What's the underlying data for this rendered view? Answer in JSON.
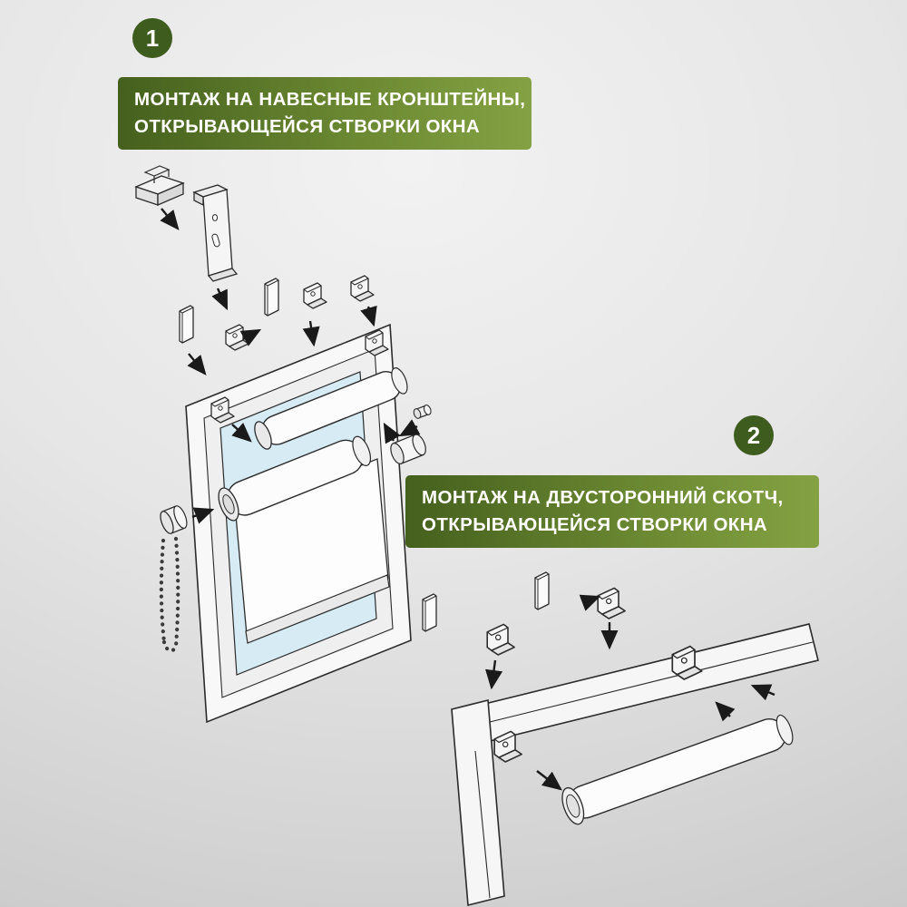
{
  "steps": [
    {
      "number": "1",
      "title_line1": "МОНТАЖ НА НАВЕСНЫЕ КРОНШТЕЙНЫ,",
      "title_line2": "ОТКРЫВАЮЩЕЙСЯ СТВОРКИ ОКНА",
      "diagram_parts": [
        "mounting-plate",
        "clamp-bracket",
        "bracket",
        "double-sided-tape-strip",
        "window-frame",
        "glass-pane",
        "roller-tube",
        "fabric-panel",
        "chain-clutch",
        "bead-chain",
        "end-adapter",
        "assembly-arrows"
      ]
    },
    {
      "number": "2",
      "title_line1": "МОНТАЖ НА ДВУСТОРОННИЙ СКОТЧ,",
      "title_line2": "ОТКРЫВАЮЩЕЙСЯ СТВОРКИ ОКНА",
      "diagram_parts": [
        "double-sided-tape-strip",
        "bracket",
        "window-frame-corner",
        "roller-tube",
        "assembly-arrows"
      ]
    }
  ],
  "colors": {
    "badge_background": "#3e5c1d",
    "banner_gradient_start": "#45601d",
    "banner_gradient_end": "#84a243",
    "banner_text": "#ffffff",
    "glass_pane": "#d6ebf4",
    "line_art": "#2b2b2b",
    "background": "#e3e3e3"
  }
}
